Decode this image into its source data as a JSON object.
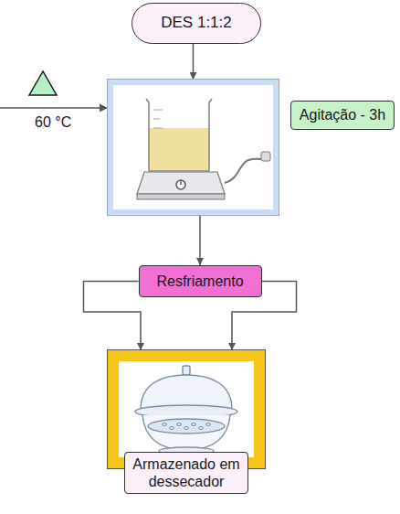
{
  "diagram": {
    "nodes": [
      {
        "text": [
          "DES 1:1:2"
        ]
      },
      {
        "text": []
      },
      {
        "text": [
          "Agitação - 3h"
        ]
      },
      {
        "text": [
          "Resfriamento"
        ]
      },
      {
        "text": [
          "Armazenado em dessecador"
        ]
      }
    ],
    "edges": [
      {
        "from": 0,
        "to": 1,
        "arrow": "to"
      },
      {
        "from": 1,
        "to": 3,
        "arrow": "to"
      },
      {
        "from": 3,
        "to": 4,
        "arrow": "to"
      },
      {
        "from": 3,
        "to": 4,
        "arrow": "to"
      }
    ],
    "labels": [
      "60 °C"
    ]
  }
}
